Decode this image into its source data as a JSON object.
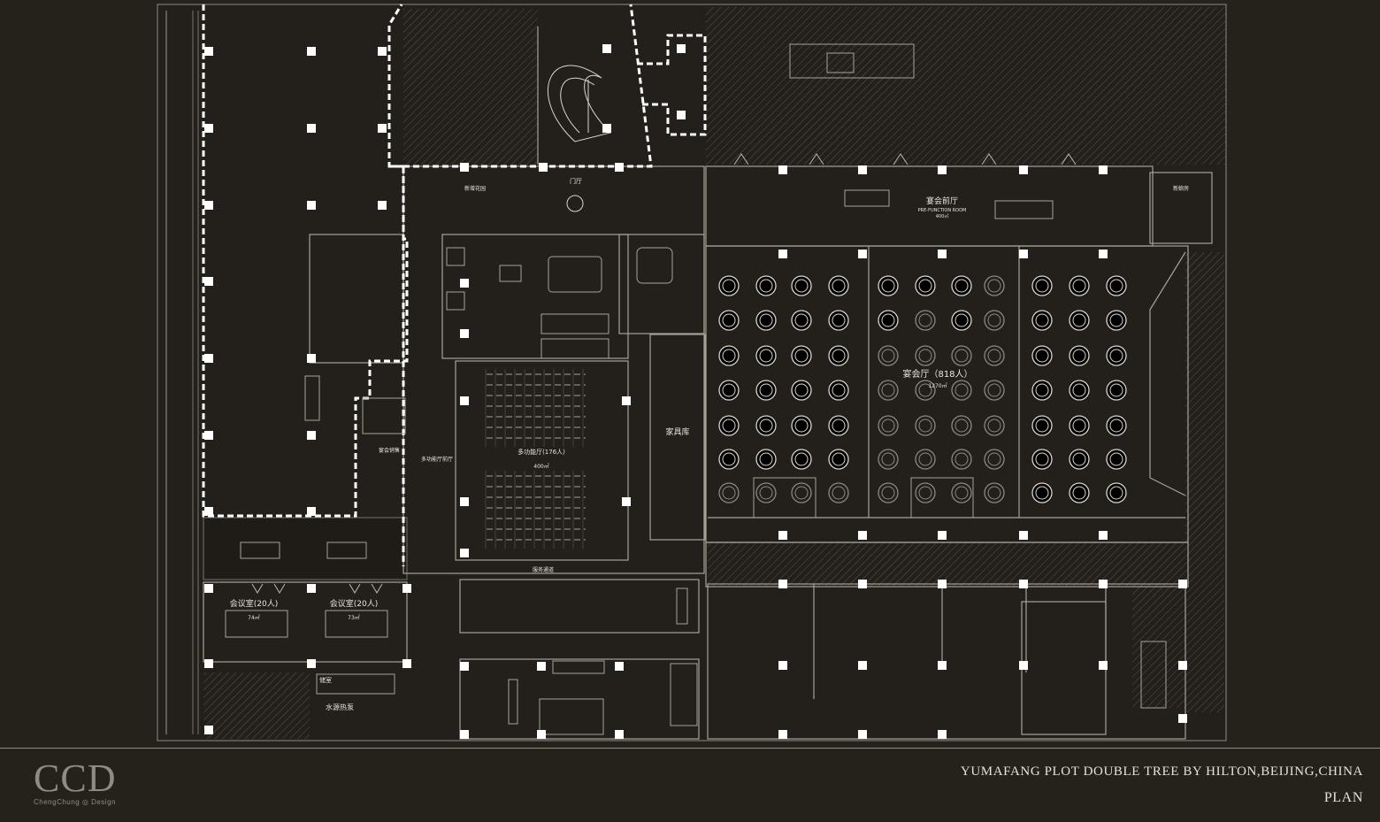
{
  "title_block": {
    "project": "YUMAFANG PLOT DOUBLE TREE BY HILTON,BEIJING,CHINA",
    "sheet": "PLAN",
    "logo_text": "CCD",
    "logo_sub": "ChengChung ◎ Design"
  },
  "rooms": {
    "ballroom": "宴会厅（818人）",
    "ballroom_area": "1270㎡",
    "prefunction_cn": "宴会前厅",
    "prefunction_en": "PRE-FUNCTION ROOM",
    "prefunction_area": "400㎡",
    "multifunction": "多功能厅(176人)",
    "multifunction_area": "400㎡",
    "multifunction_foyer": "多功能厅前厅",
    "furniture_storage": "家具库",
    "meeting_room_1": "会议室(20人)",
    "meeting_room_1_area": "74㎡",
    "meeting_room_2": "会议室(20人)",
    "meeting_room_2_area": "73㎡",
    "entry_hall": "门厅",
    "service_corridor": "服务通道",
    "banquet_sales": "宴会销售",
    "new_garden": "新增花园",
    "bridal_room": "新娘房",
    "storage_room": "储室",
    "water_pump": "水源热泵"
  }
}
